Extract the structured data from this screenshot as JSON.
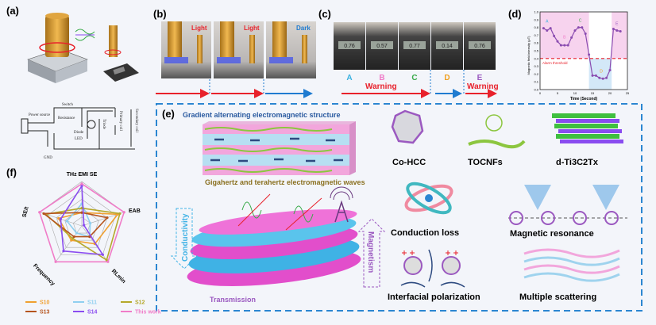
{
  "panels": {
    "a": {
      "label": "(a)",
      "circuit": {
        "power": "Power source",
        "switch": "Switch",
        "resistance": "Resistance",
        "diode": "Diode",
        "led": "LED",
        "triode": "Triode",
        "primary": "Primary coil",
        "secondary": "Secondary coil",
        "gnd": "GND"
      }
    },
    "b": {
      "label": "(b)",
      "states": [
        "Light",
        "Light",
        "Dark"
      ]
    },
    "c": {
      "label": "(c)",
      "states": [
        "A",
        "B",
        "C",
        "D",
        "E"
      ],
      "warning": "Warning",
      "readings": [
        "0.76",
        "0.57",
        "0.77",
        "0.14",
        "0.76"
      ]
    },
    "d": {
      "label": "(d)"
    },
    "e": {
      "label": "(e)",
      "title": "Gradient alternating electromagnetic structure",
      "waves": "Gigahertz and terahertz electromagnetic waves",
      "conductivity": "Conductivity",
      "magnetism": "Magnetism",
      "transmission": "Transmission",
      "materials": [
        "Co-HCC",
        "TOCNFs",
        "d-Ti3C2Tx"
      ],
      "mechanisms": [
        "Conduction loss",
        "Magnetic resonance",
        "Interfacial polarization",
        "Multiple scattering"
      ]
    },
    "f": {
      "label": "(f)"
    }
  },
  "colors": {
    "light": "#e8212b",
    "dark": "#1f7bd0",
    "pink": "#f2a6dc",
    "blue": "#9fd3ee",
    "dashed_box": "#2b86d1"
  },
  "chart_data": [
    {
      "type": "line",
      "panel": "d",
      "xlabel": "Time (Second)",
      "ylabel": "Magnetic field intensity (μT)",
      "xlim": [
        0,
        25
      ],
      "ylim": [
        0,
        1.0
      ],
      "xticks": [
        "0",
        "5",
        "10",
        "15",
        "20",
        "25"
      ],
      "yticks": [
        "0.0",
        "0.1",
        "0.2",
        "0.3",
        "0.4",
        "0.5",
        "0.6",
        "0.7",
        "0.8",
        "0.9",
        "1.0"
      ],
      "x": [
        1,
        2,
        3,
        4,
        5,
        6,
        7,
        8,
        9,
        10,
        11,
        12,
        13,
        14,
        15,
        16,
        17,
        18,
        19,
        20,
        21,
        22,
        23
      ],
      "y": [
        0.79,
        0.76,
        0.79,
        0.69,
        0.62,
        0.57,
        0.57,
        0.57,
        0.67,
        0.76,
        0.8,
        0.8,
        0.72,
        0.45,
        0.18,
        0.18,
        0.15,
        0.14,
        0.15,
        0.25,
        0.78,
        0.76,
        0.75
      ],
      "threshold": {
        "value": 0.4,
        "label": "Alarm threshold",
        "color": "#e8212b"
      },
      "point_labels": [
        {
          "text": "A",
          "x": 2,
          "y": 0.86,
          "color": "#3bb2e0"
        },
        {
          "text": "B",
          "x": 7,
          "y": 0.66,
          "color": "#f07cc8"
        },
        {
          "text": "C",
          "x": 11.5,
          "y": 0.87,
          "color": "#3aaa4a"
        },
        {
          "text": "D",
          "x": 17.5,
          "y": 0.22,
          "color": "#f0a020"
        },
        {
          "text": "E",
          "x": 22,
          "y": 0.83,
          "color": "#9b59c0"
        }
      ],
      "shaded": [
        {
          "from": 0,
          "to": 14,
          "color": "#f7d3ee"
        },
        {
          "from": 14,
          "to": 20.5,
          "color": "#d3e8f8"
        },
        {
          "from": 20.5,
          "to": 25,
          "color": "#f7d3ee"
        }
      ],
      "grid": false
    },
    {
      "type": "radar",
      "panel": "f",
      "axes": [
        "THz EMI SE",
        "EAB",
        "RLmin",
        "Frequency",
        "SE/t"
      ],
      "scale": "relative",
      "series": [
        {
          "name": "S10",
          "color": "#f0a030",
          "values": [
            0.3,
            0.85,
            0.5,
            0.4,
            0.55
          ]
        },
        {
          "name": "S11",
          "color": "#8fcff0",
          "values": [
            0.5,
            0.2,
            0.3,
            0.2,
            0.35
          ]
        },
        {
          "name": "S12",
          "color": "#b5a82a",
          "values": [
            0.4,
            0.9,
            0.95,
            0.35,
            0.85
          ]
        },
        {
          "name": "S13",
          "color": "#b5541e",
          "values": [
            0.3,
            0.6,
            0.3,
            0.3,
            0.9
          ]
        },
        {
          "name": "S14",
          "color": "#8a4cf0",
          "values": [
            0.9,
            0.05,
            0.8,
            0.7,
            0.5
          ]
        },
        {
          "name": "This work",
          "color": "#f07cc8",
          "values": [
            0.95,
            1.0,
            1.0,
            1.0,
            1.0
          ]
        }
      ],
      "legend": "bottom",
      "grid": true
    }
  ]
}
